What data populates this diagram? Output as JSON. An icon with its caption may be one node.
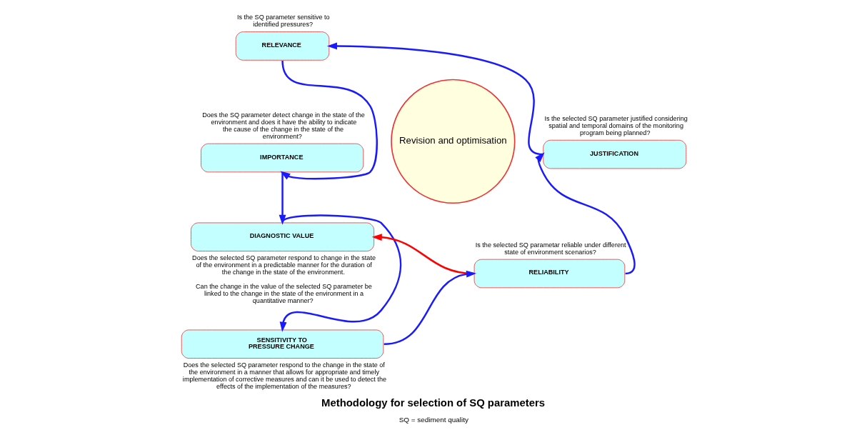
{
  "diagram": {
    "title": "Methodology for selection of SQ parameters",
    "caption": "SQ = sediment quality",
    "nodes": [
      {
        "text": [
          "RELEVANCE"
        ],
        "beside": [
          "Is the SQ parameter sensitive to identified pressures?"
        ]
      },
      {
        "text": [
          "IMPORTANCE"
        ],
        "beside": [
          "Does the SQ parameter detect change in the state of the environment and does it have the ability to indicate the cause of the change in the state of the environment?"
        ]
      },
      {
        "text": [
          "DIAGNOSTIC VALUE"
        ],
        "beside": [
          "Does the selected SQ parameter respond to change in the state of the environment in a predictable manner for the duration of the change in the state of the environment.",
          "Can the change in the value of the selected SQ parameter be linked to the change in the state of the environment in a quantitative manner?"
        ]
      },
      {
        "text": [
          "SENSITIVITY TO PRESSURE CHANGE"
        ],
        "beside": [
          "Does the selected SQ parameter respond to the change in the state of the environment in a manner that allows for appropriate and timely implementation of corrective measures and can it be used to detect the effects of the implementation of the measures?"
        ]
      },
      {
        "text": [
          "RELIABILITY"
        ],
        "beside": [
          "Is the selected SQ parametar reliable under different state of environment scenarios?"
        ]
      },
      {
        "text": [
          "JUSTIFICATION"
        ],
        "beside": [
          "Is the selected SQ parameter justified considering spatial and temporal domains of the monitoring program being planned?"
        ]
      },
      {
        "text": [
          "Revision and optimisation"
        ]
      }
    ],
    "edges": [
      {
        "from": 0,
        "to": 1,
        "arrow": "to"
      },
      {
        "from": 1,
        "to": 2,
        "arrow": "to"
      },
      {
        "from": 2,
        "to": 3,
        "arrow": "to"
      },
      {
        "from": 3,
        "to": 4,
        "arrow": "to"
      },
      {
        "from": 4,
        "to": 5,
        "arrow": "to"
      },
      {
        "from": 5,
        "to": 0,
        "arrow": "to"
      },
      {
        "from": 4,
        "to": 2,
        "arrow": "to",
        "color": "#ff0000"
      }
    ]
  }
}
